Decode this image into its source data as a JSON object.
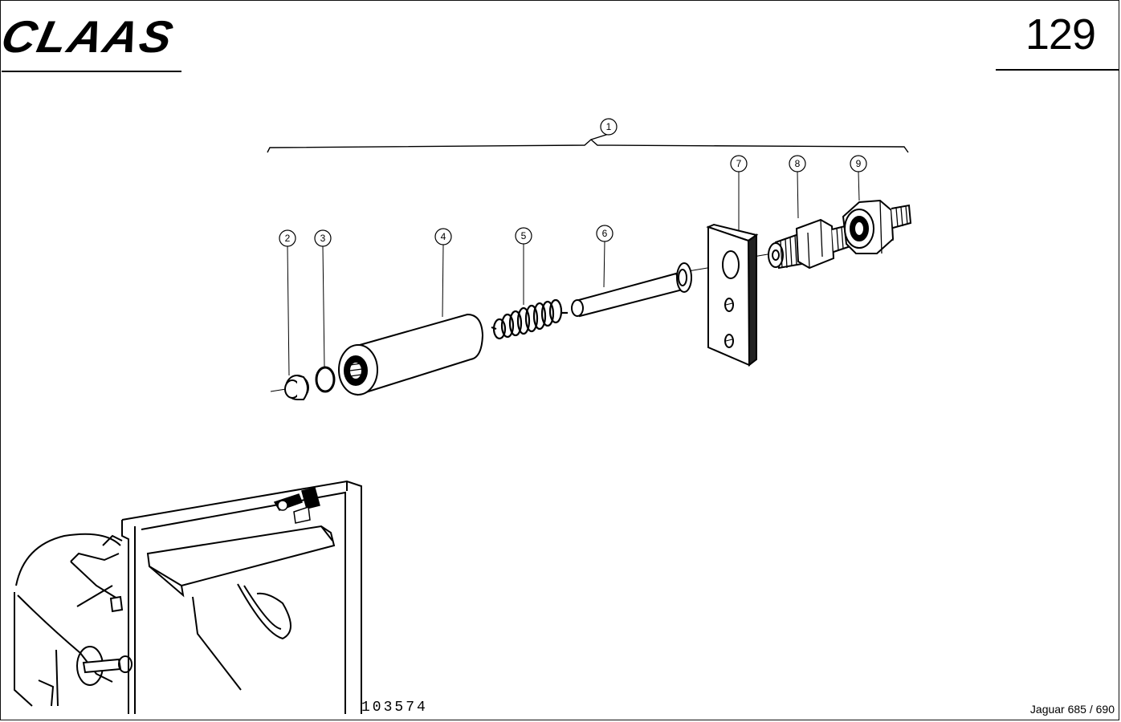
{
  "header": {
    "brand_logo": "CLAAS",
    "page_number": "129"
  },
  "callouts": [
    "1",
    "2",
    "3",
    "4",
    "5",
    "6",
    "7",
    "8",
    "9"
  ],
  "footer": {
    "drawing_number": "103574",
    "model": "Jaguar 685 / 690"
  }
}
